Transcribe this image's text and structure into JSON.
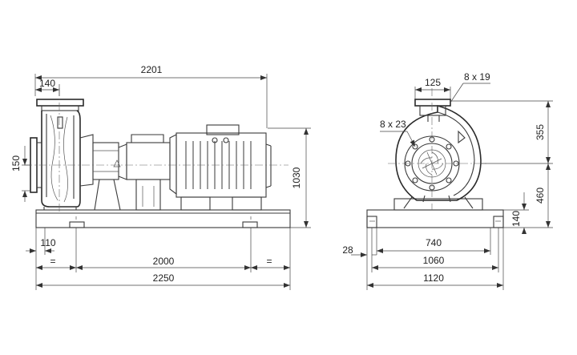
{
  "dimensions": {
    "overall_length": "2201",
    "suction_offset": "140",
    "suction_height": "150",
    "total_height": "1030",
    "base_end_left": "110",
    "equal_left": "=",
    "bolt_spacing": "2000",
    "equal_right": "=",
    "base_length": "2250",
    "discharge_width": "125",
    "discharge_holes": "8 x 19",
    "suction_holes": "8 x 23",
    "discharge_height": "355",
    "shaft_height": "460",
    "base_height": "140",
    "foot_edge": "28",
    "foot_width": "740",
    "base_bolt_width": "1060",
    "base_width": "1120"
  }
}
